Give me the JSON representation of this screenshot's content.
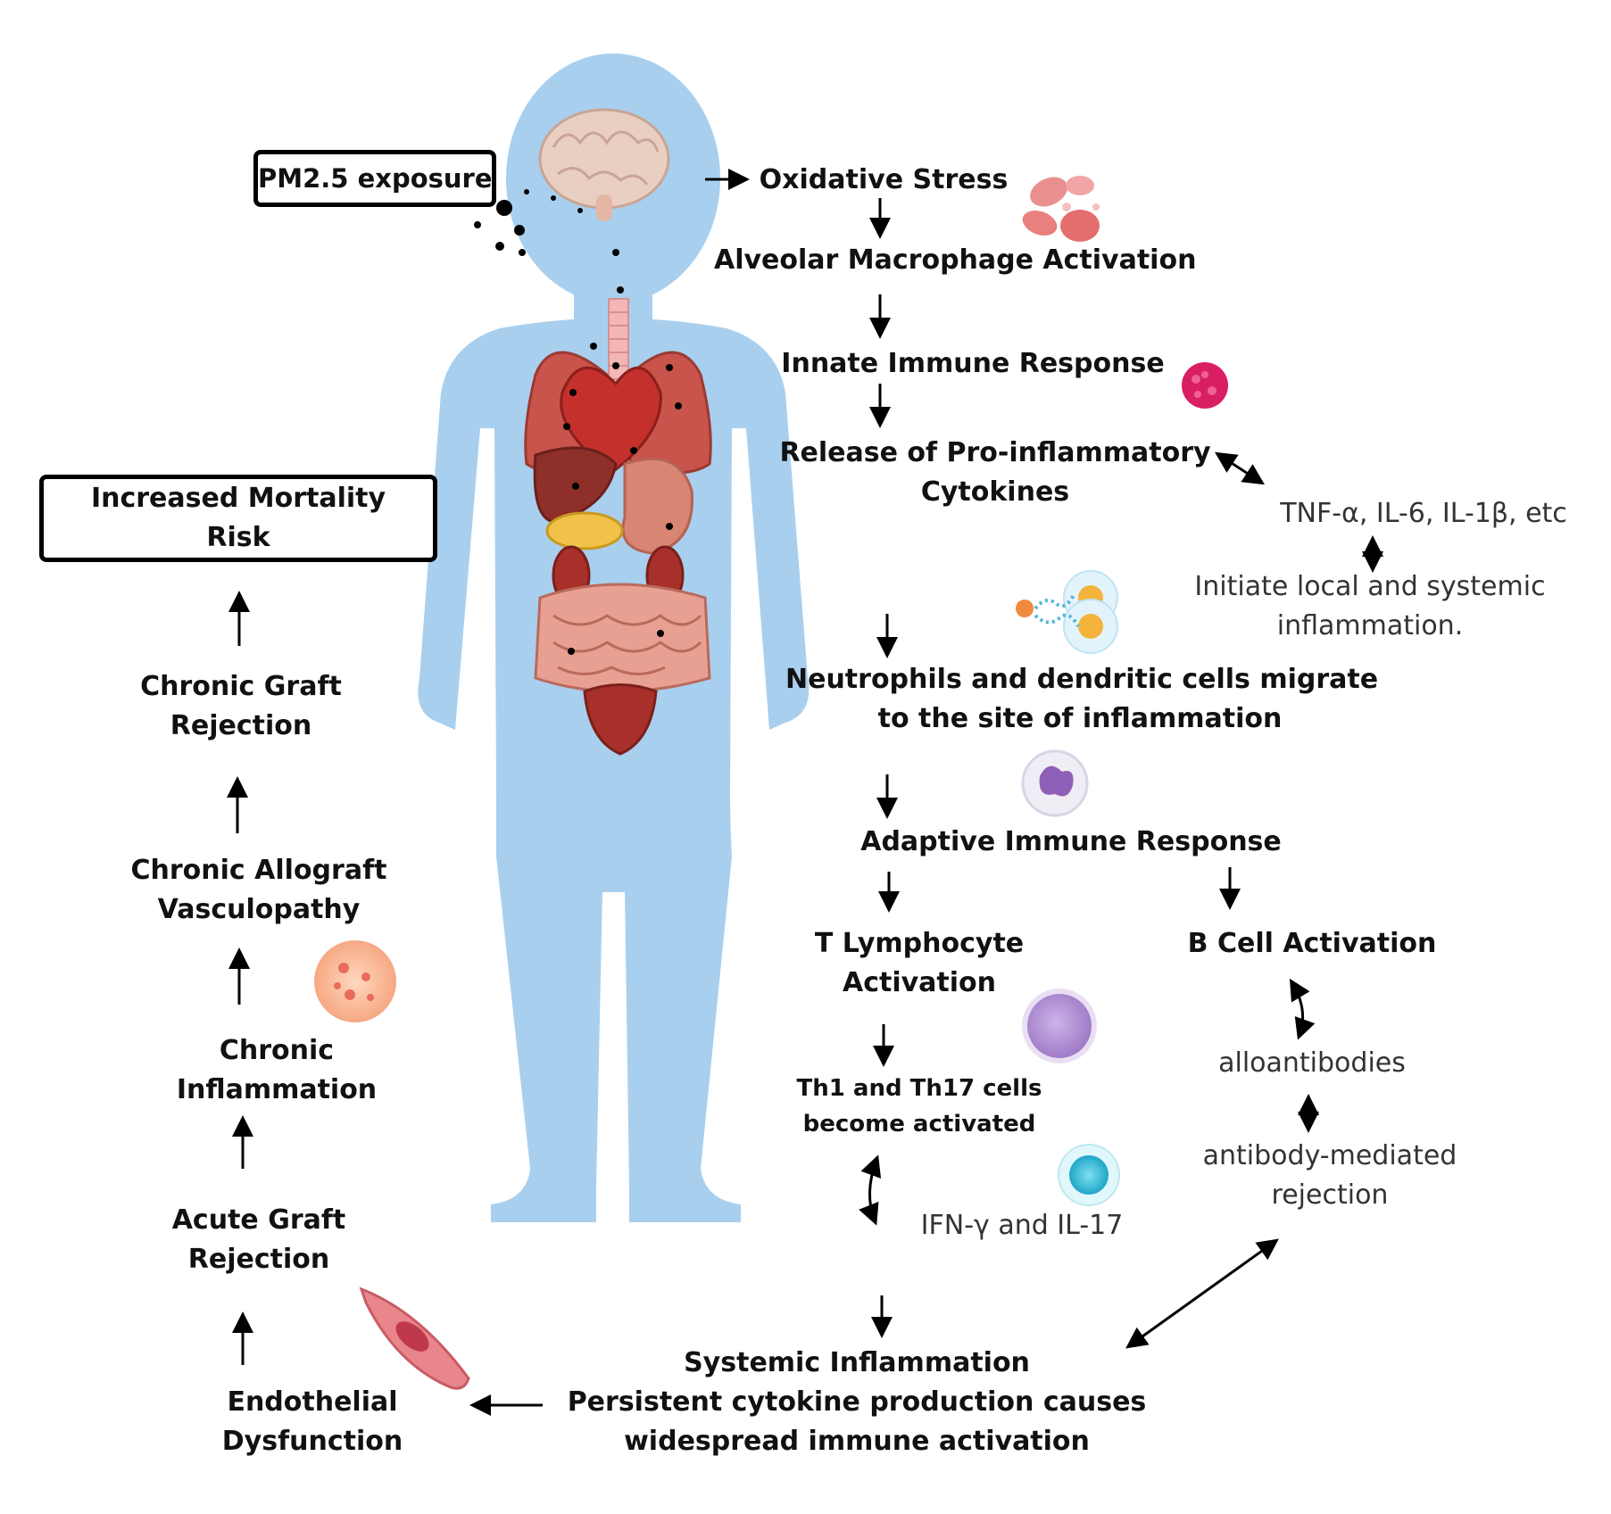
{
  "labels": {
    "pm25_exposure": "PM2.5 exposure",
    "oxidative_stress": "Oxidative Stress",
    "alveolar_macrophage": "Alveolar Macrophage Activation",
    "innate_immune": "Innate Immune Response",
    "pro_inflammatory": [
      "Release of Pro-inflammatory",
      "Cytokines"
    ],
    "tnf_il": "TNF-α, IL-6, IL-1β, etc",
    "initiate_inflammation": [
      "Initiate local and systemic",
      "inflammation."
    ],
    "neutrophils_migrate": [
      "Neutrophils and dendritic cells migrate",
      "to the site of inflammation"
    ],
    "adaptive_immune": "Adaptive Immune Response",
    "t_lymphocyte": [
      "T Lymphocyte",
      "Activation"
    ],
    "b_cell_activation": "B Cell Activation",
    "th1_th17": [
      "Th1 and Th17 cells",
      "become activated"
    ],
    "alloantibodies": "alloantibodies",
    "antibody_mediated": [
      "antibody-mediated",
      "rejection"
    ],
    "ifn_il17": "IFN-γ and IL-17",
    "systemic_inflammation": [
      "Systemic Inflammation",
      "Persistent cytokine production causes",
      "widespread immune activation"
    ],
    "endothelial_dysfunction": [
      "Endothelial",
      "Dysfunction"
    ],
    "acute_graft_rejection": [
      "Acute Graft",
      "Rejection"
    ],
    "chronic_inflammation": [
      "Chronic",
      "Inflammation"
    ],
    "chronic_allograft": [
      "Chronic Allograft",
      "Vasculopathy"
    ],
    "chronic_graft_rejection": [
      "Chronic Graft",
      "Rejection"
    ],
    "increased_mortality": [
      "Increased Mortality",
      "Risk"
    ]
  },
  "icons": [
    "brain-icon",
    "lungs-icon",
    "heart-icon",
    "liver-icon",
    "stomach-icon",
    "pancreas-icon",
    "kidneys-icon",
    "intestines-icon",
    "bladder-icon",
    "red-blood-cells-icon",
    "macrophage-icon",
    "cell-migration-icon",
    "neutrophil-icon",
    "lymphocyte-icon",
    "stem-cell-icon",
    "inflammation-cell-icon",
    "endothelial-cell-icon"
  ],
  "colors": {
    "body": "#a9cfee",
    "text": "#111111",
    "secondary_text": "#333333",
    "arrows": "#000000"
  }
}
